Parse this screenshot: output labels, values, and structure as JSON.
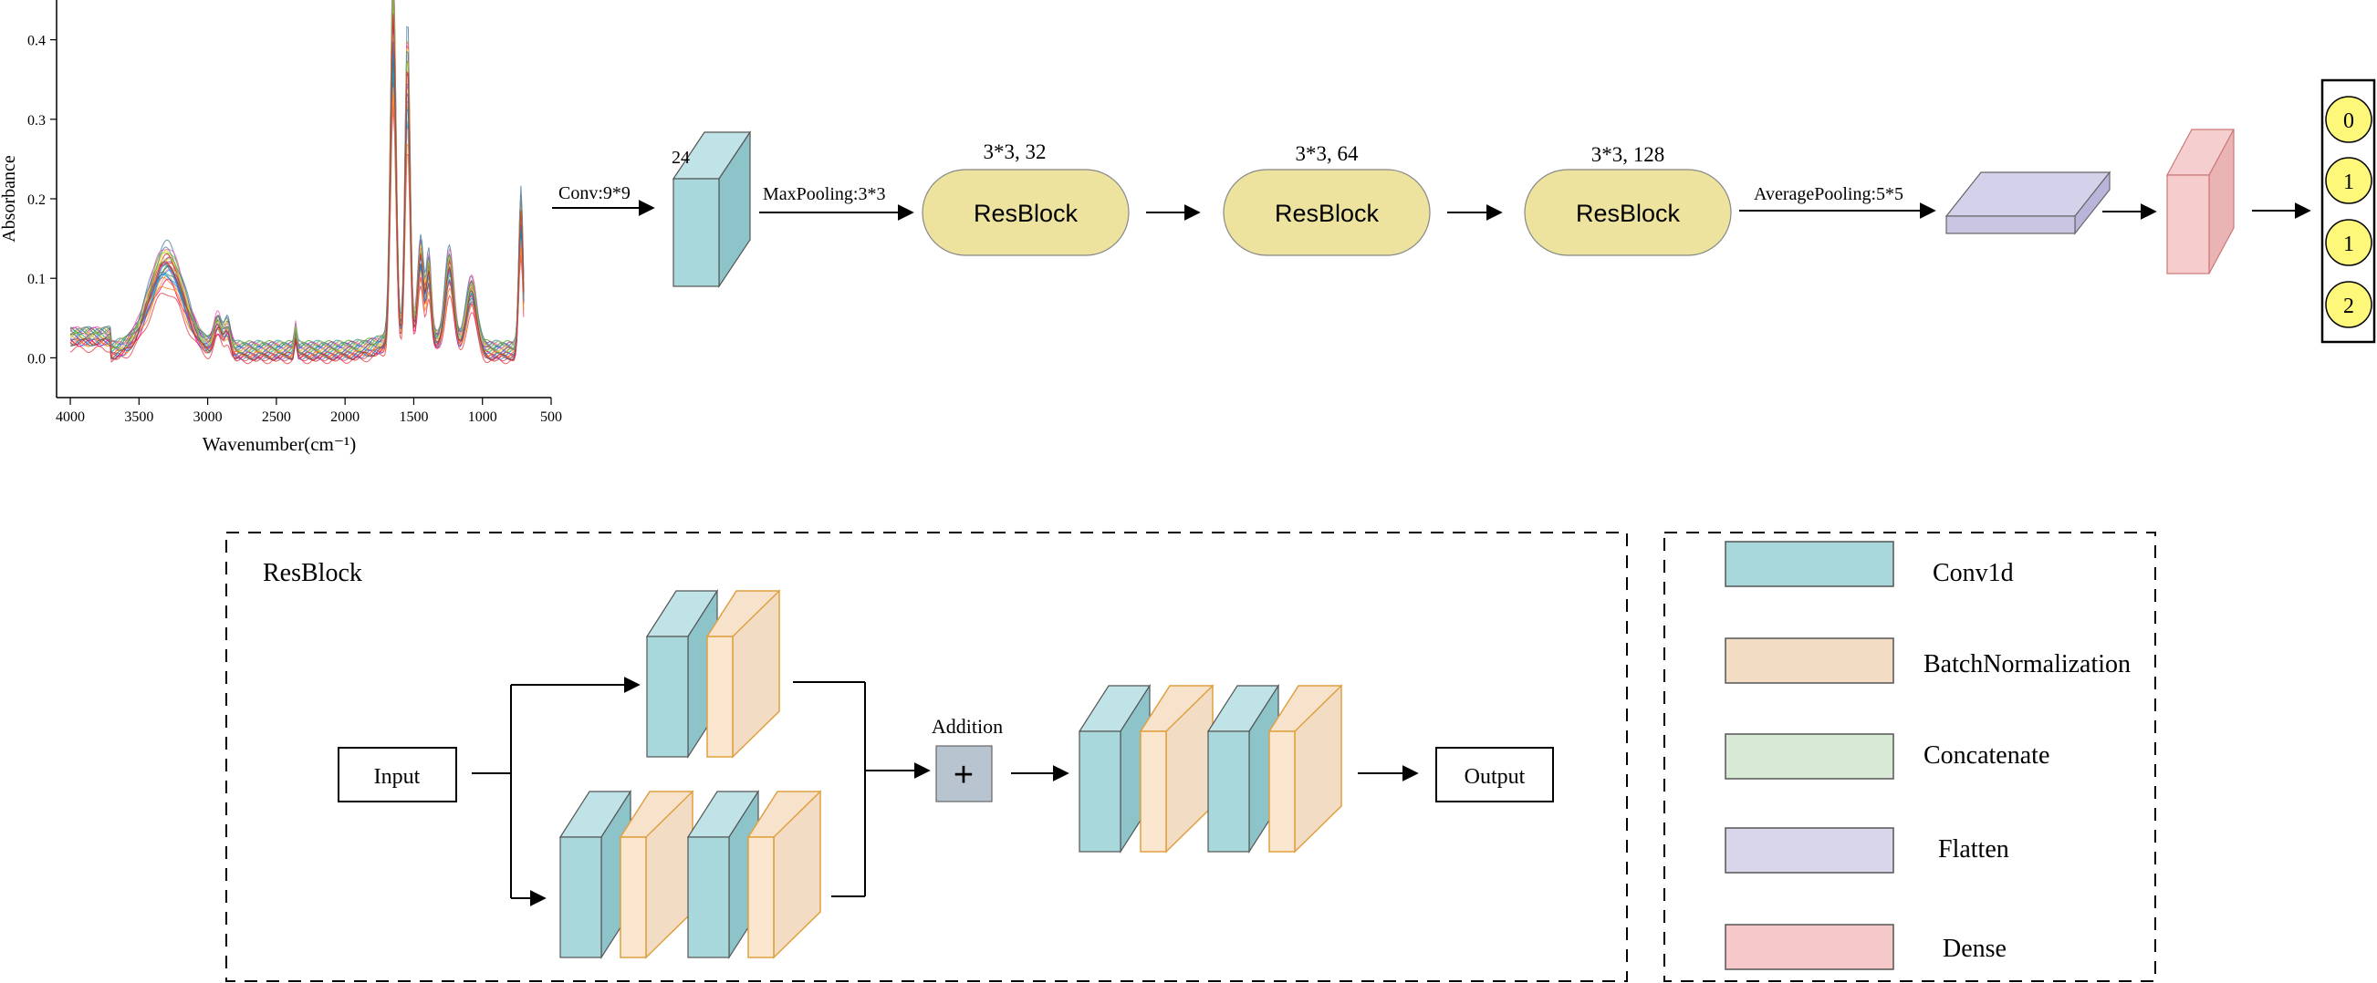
{
  "colors": {
    "conv": "#a8d8dc",
    "conv_side": "#8cc4c9",
    "batchnorm": "#f2dcc4",
    "batchnorm_front": "#fbe6cf",
    "concatenate": "#d8ead6",
    "flatten": "#d9d5ea",
    "dense": "#f5c9c9",
    "resblock": "#ede39f",
    "output_node": "#fdf87a",
    "addition": "#b8c5d0"
  },
  "spectrum": {
    "ylabel": "Absorbance",
    "xlabel": "Wavenumber(cm⁻¹)",
    "xticks": [
      "4000",
      "3500",
      "3000",
      "2500",
      "2000",
      "1500",
      "1000",
      "500"
    ],
    "yticks": [
      "0.0",
      "0.1",
      "0.2",
      "0.3",
      "0.4"
    ],
    "x_range": [
      4100,
      500
    ],
    "y_range": [
      -0.05,
      0.45
    ]
  },
  "pipeline": {
    "conv_label": "Conv:9*9",
    "conv_depth": "24",
    "maxpool_label": "MaxPooling:3*3",
    "blocks": [
      {
        "label": "ResBlock",
        "params": "3*3, 32"
      },
      {
        "label": "ResBlock",
        "params": "3*3, 64"
      },
      {
        "label": "ResBlock",
        "params": "3*3, 128"
      }
    ],
    "avgpool_label": "AveragePooling:5*5",
    "outputs": [
      "0",
      "1",
      "1",
      "2"
    ]
  },
  "resblock_detail": {
    "title": "ResBlock",
    "input": "Input",
    "addition_label": "Addition",
    "plus": "+",
    "output": "Output"
  },
  "legend": [
    {
      "label": "Conv1d",
      "color": "#a8d8dc"
    },
    {
      "label": "BatchNormalization",
      "color": "#f2dcc4"
    },
    {
      "label": "Concatenate",
      "color": "#d8ead6"
    },
    {
      "label": "Flatten",
      "color": "#d9d5ea"
    },
    {
      "label": "Dense",
      "color": "#f5c9c9"
    }
  ]
}
